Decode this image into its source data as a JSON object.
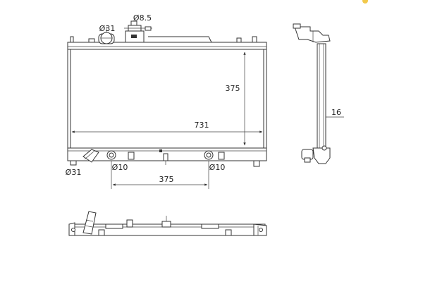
{
  "diagram": {
    "labels": {
      "cap_diameter": "Ø31",
      "sensor_diameter": "Ø8.5",
      "height": "375",
      "width": "731",
      "thickness": "16",
      "outlet_diameter": "Ø31",
      "port_left_diameter": "Ø10",
      "port_right_diameter": "Ø10",
      "port_spacing": "375"
    },
    "colors": {
      "line": "#333333",
      "background": "#ffffff",
      "accent": "#f2c94c"
    }
  }
}
